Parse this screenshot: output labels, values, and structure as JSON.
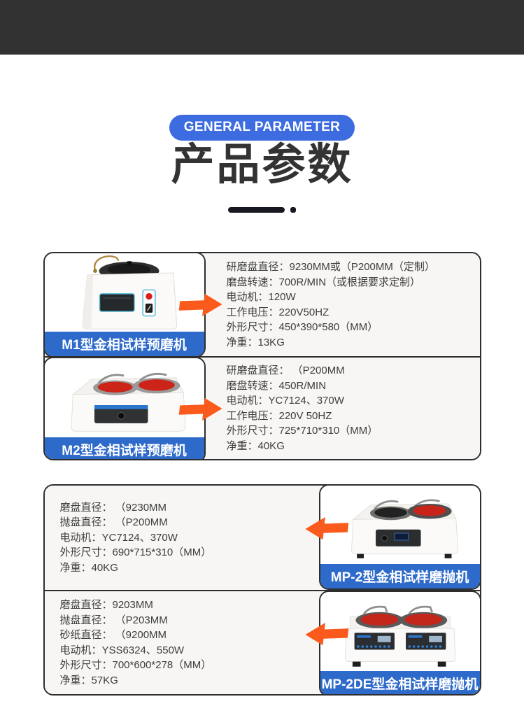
{
  "page": {
    "badge": "GENERAL PARAMETER",
    "title": "产品参数"
  },
  "colors": {
    "top_banner": "#323232",
    "badge_blue": "#3c6ce0",
    "label_blue": "#2e6aca",
    "arrow_orange": "#fa5a1b",
    "spec_background": "#f7f6f4",
    "border_dark": "#2e2e2e",
    "title_text": "#333333"
  },
  "machines": [
    {
      "label": "M1型金相试样预磨机",
      "specs": [
        "研磨盘直径：9230MM或（P200MM（定制）",
        "磨盘转速：700R/MIN（或根据要求定制）",
        "电动机：120W",
        "工作电压：220V50HZ",
        "外形尺寸：450*390*580（MM）",
        "净重：13KG"
      ]
    },
    {
      "label": "M2型金相试样预磨机",
      "specs": [
        "研磨盘直径： （P200MM",
        "磨盘转速：450R/MIN",
        "电动机：YC7124、370W",
        "工作电压：220V 50HZ",
        "外形尺寸：725*710*310（MM）",
        "净重：40KG"
      ]
    },
    {
      "label": "MP-2型金相试样磨抛机",
      "specs": [
        "磨盘直径： （9230MM",
        "抛盘直径： （P200MM",
        "电动机：YC7124、370W",
        "外形尺寸：690*715*310（MM）",
        "净重：40KG"
      ]
    },
    {
      "label": "MP-2DE型金相试样磨抛机",
      "specs": [
        "磨盘直径：9203MM",
        "抛盘直径： （P203MM",
        "砂纸直径： （9200MM",
        "电动机：YSS6324、550W",
        "外形尺寸：700*600*278（MM）",
        "净重：57KG"
      ]
    }
  ]
}
